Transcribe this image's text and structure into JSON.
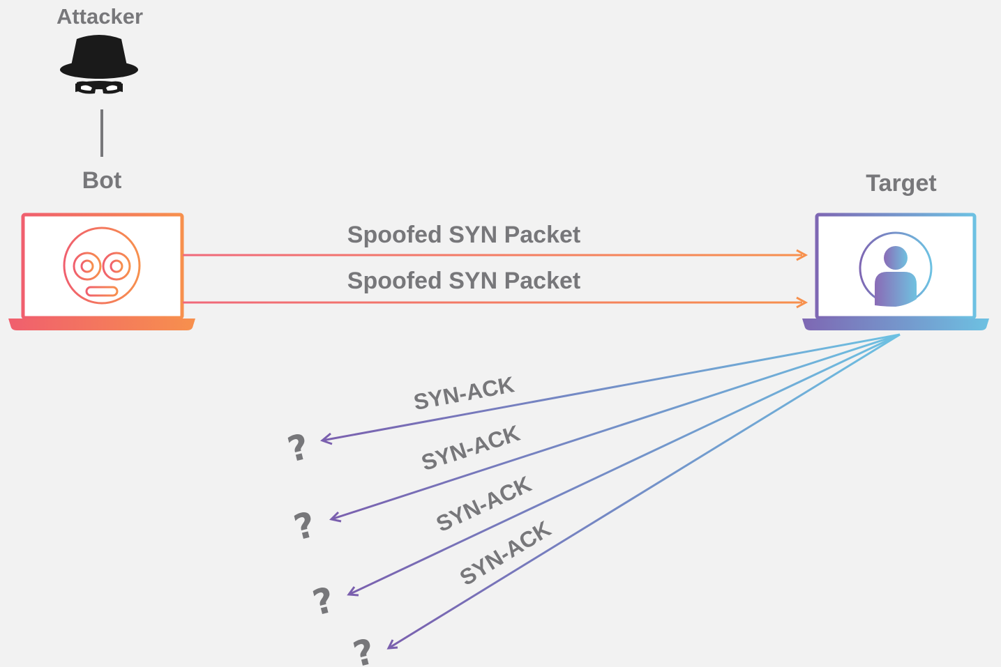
{
  "attacker": {
    "label": "Attacker",
    "icon": "spy-hat-icon"
  },
  "bot": {
    "label": "Bot",
    "icon": "robot-face-icon"
  },
  "target": {
    "label": "Target",
    "icon": "user-icon"
  },
  "packets": [
    {
      "label": "Spoofed SYN Packet"
    },
    {
      "label": "Spoofed SYN Packet"
    }
  ],
  "responses": [
    {
      "label": "SYN-ACK",
      "destination": "?"
    },
    {
      "label": "SYN-ACK",
      "destination": "?"
    },
    {
      "label": "SYN-ACK",
      "destination": "?"
    },
    {
      "label": "SYN-ACK",
      "destination": "?"
    }
  ],
  "colors": {
    "background": "#f2f2f2",
    "text": "#77777a",
    "bot_gradient_start": "#f05f6e",
    "bot_gradient_end": "#f7904d",
    "target_gradient_start": "#7e67b3",
    "target_gradient_end": "#6dc1e2",
    "connector": "#77777a"
  }
}
